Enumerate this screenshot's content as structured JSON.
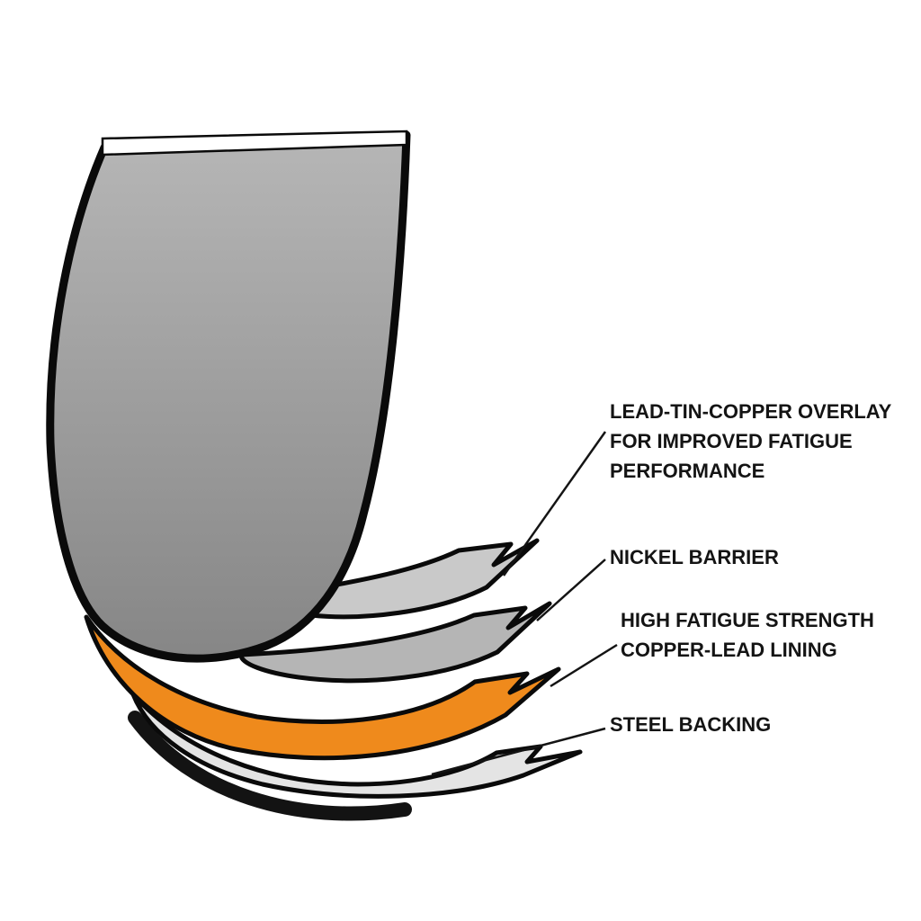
{
  "diagram": {
    "type": "engine-bearing-layer-cutaway",
    "background": "#ffffff",
    "colors": {
      "shell_top": "#b6b6b6",
      "shell_bottom": "#868686",
      "overlay_gray": "#c9c9c9",
      "nickel_gray": "#b5b5b5",
      "copper_lead_orange": "#ef8a1c",
      "steel_light": "#e4e4e4",
      "outline": "#0a0a0a",
      "label_text": "#141414"
    },
    "labels": [
      {
        "id": "lead-tin-copper-overlay",
        "lines": [
          "LEAD-TIN-COPPER OVERLAY",
          "FOR IMPROVED FATIGUE",
          "PERFORMANCE"
        ]
      },
      {
        "id": "nickel-barrier",
        "lines": [
          "NICKEL BARRIER"
        ]
      },
      {
        "id": "copper-lead-lining",
        "lines": [
          "HIGH FATIGUE STRENGTH",
          "COPPER-LEAD LINING"
        ]
      },
      {
        "id": "steel-backing",
        "lines": [
          "STEEL BACKING"
        ]
      }
    ]
  }
}
